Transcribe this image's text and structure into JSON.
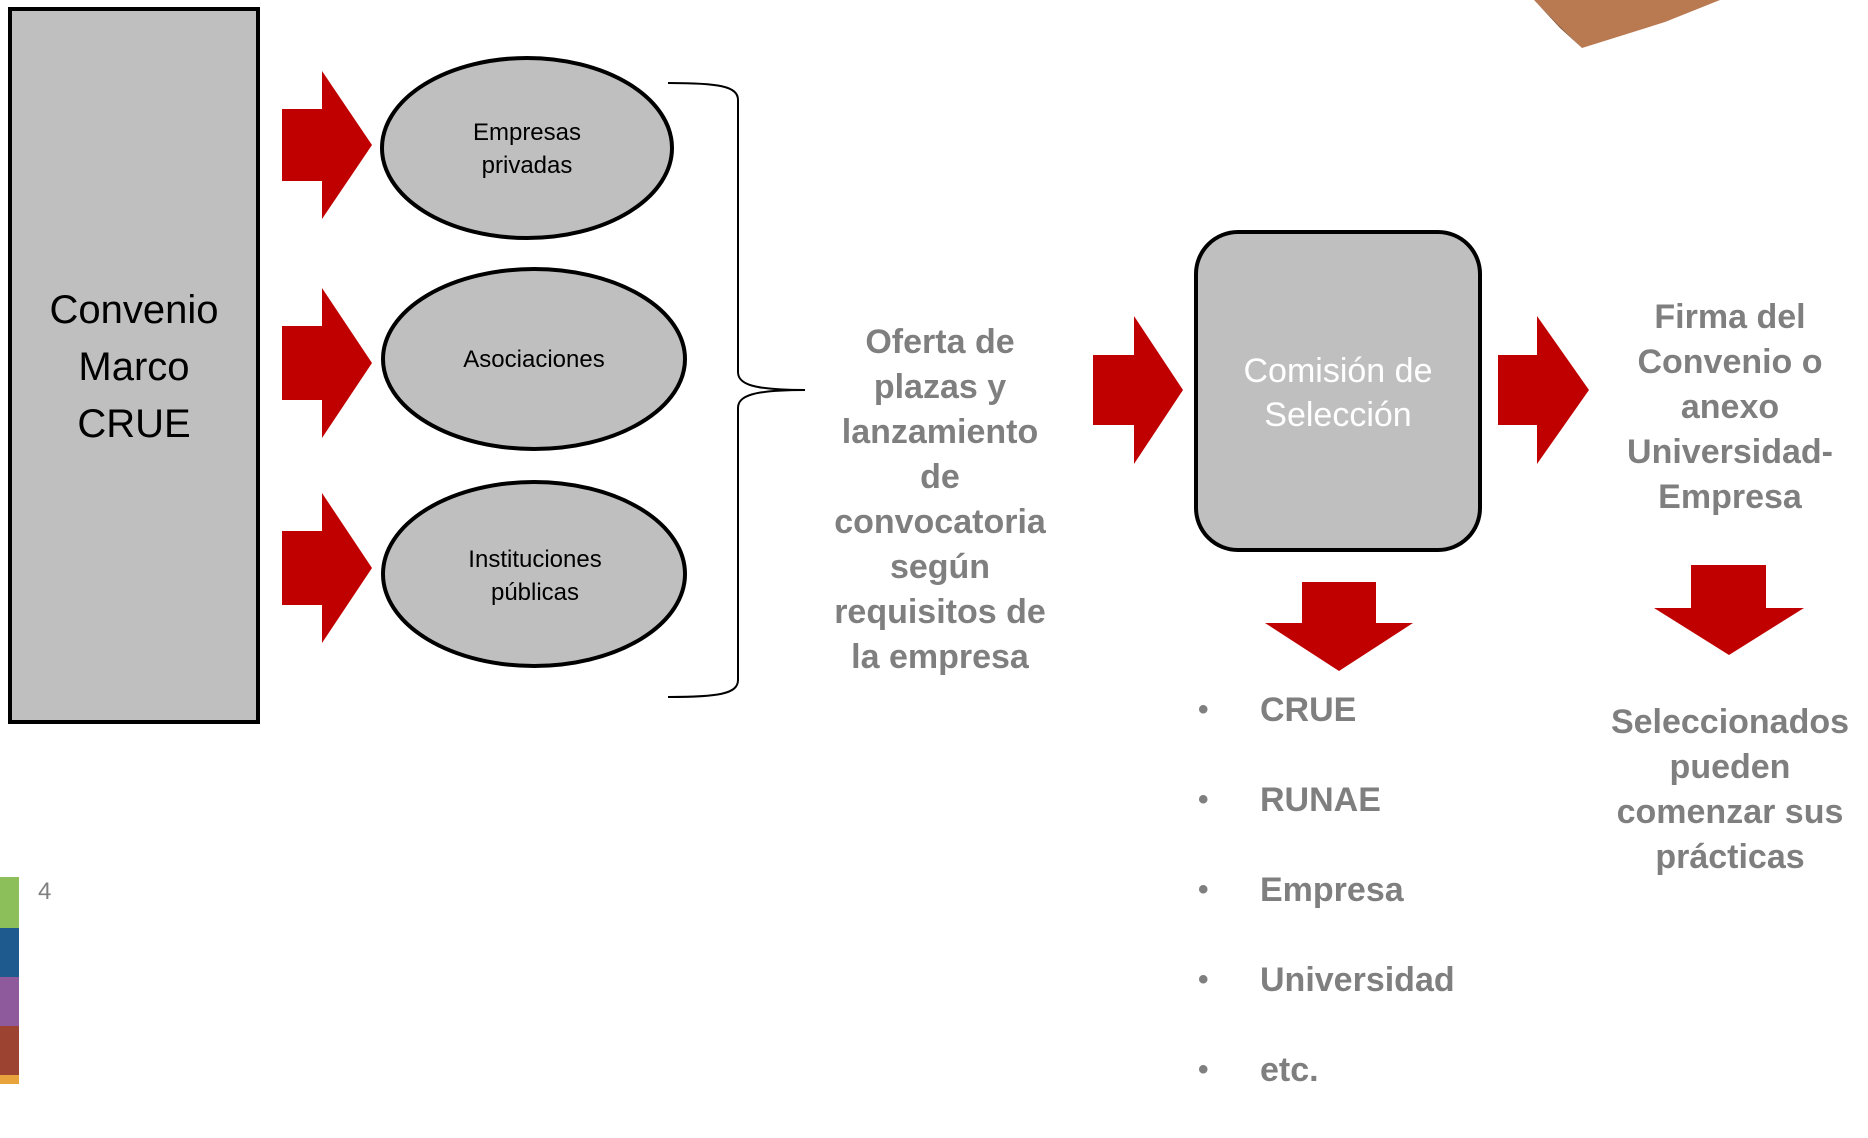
{
  "framework": {
    "lines": [
      "Convenio",
      "Marco",
      "CRUE"
    ]
  },
  "partners": [
    {
      "lines": [
        "Empresas",
        "privadas"
      ]
    },
    {
      "lines": [
        "Asociaciones"
      ]
    },
    {
      "lines": [
        "Instituciones",
        "públicas"
      ]
    }
  ],
  "offer": {
    "lines": [
      "Oferta de",
      "plazas y",
      "lanzamiento",
      "de",
      "convocatoria",
      "según",
      "requisitos de",
      "la empresa"
    ]
  },
  "commission": {
    "lines": [
      "Comisión de",
      "Selección"
    ]
  },
  "members": [
    "CRUE",
    "RUNAE",
    "Empresa",
    "Universidad",
    "etc."
  ],
  "bullet_symbol": "•",
  "signing": {
    "lines": [
      "Firma del",
      "Convenio o",
      "anexo",
      "Universidad-",
      "Empresa"
    ]
  },
  "outcome": {
    "lines": [
      "Seleccionados",
      "pueden",
      "comenzar sus",
      "prácticas"
    ]
  },
  "slide_number": "4",
  "colors": {
    "arrow": "#c00000",
    "shape_fill": "#bfbfbf",
    "text_grey": "#7f7f7f",
    "strip": [
      "#8cbf5a",
      "#1f5a8f",
      "#8f5a9c",
      "#9c4431",
      "#e8a33c"
    ],
    "corner_decoration": "#b97a52"
  }
}
